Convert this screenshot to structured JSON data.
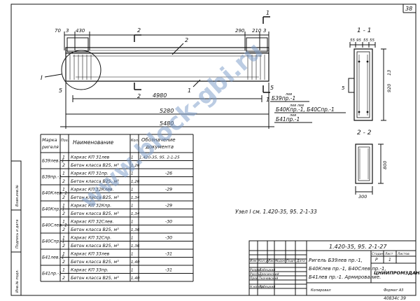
{
  "sheet_number": "38",
  "top_dims": {
    "d70": "70",
    "d3": "3",
    "d430": "430",
    "d290": "290",
    "d210": "210",
    "d3b": "3"
  },
  "markers": {
    "m1": "1",
    "m2": "2",
    "m5": "5",
    "mI": "I"
  },
  "beam_dims": {
    "d4980": "4980",
    "d5280": "5280",
    "d5480": "5480"
  },
  "beam_mark_1": "Б39пр.-1",
  "beam_mark_1_sup": "лев",
  "beam_mark_2": "Б40Кпр.-1, Б40Спр.-1",
  "beam_mark_2_sup": "лев         лев",
  "beam_mark_3": "Б41пр.-1",
  "beam_mark_3_sup": "лев",
  "section_11": "1 - 1",
  "section_22": "2 - 2",
  "s11_dims": [
    "55",
    "95",
    "55",
    "55"
  ],
  "s11_h1": "920",
  "s11_h2": "13",
  "s22_height": "800",
  "s22_width": "300",
  "node_note": "Узел I  см. 1.420-35, 95. 2-1-33",
  "spec": {
    "headers": [
      "Марка ригеля",
      "Поз.",
      "Наименование",
      "Кол.",
      "Обозначение документа"
    ],
    "rows": [
      [
        "Б39лев.-1",
        "1",
        "Каркас КП 31лев",
        "1",
        "1.420-35, 95. 2-1-25"
      ],
      [
        "",
        "2",
        "Бетон класса В25, м³",
        "1,26",
        ""
      ],
      [
        "Б39пр.-1",
        "1",
        "Каркас КП 31пр.",
        "1",
        "-26"
      ],
      [
        "",
        "2",
        "Бетон класса В25, м³",
        "1,26",
        ""
      ],
      [
        "Б40Клев.-1",
        "1",
        "Каркас КП 32Клев.",
        "1",
        "-29"
      ],
      [
        "",
        "2",
        "Бетон класса В25, м³",
        "1,34",
        ""
      ],
      [
        "Б40Кпр.-1",
        "1",
        "Каркас КП 32Кпр.",
        "1",
        "-29"
      ],
      [
        "",
        "2",
        "Бетон класса В25, м³",
        "1,34",
        ""
      ],
      [
        "Б40Слев.-1",
        "1",
        "Каркас КП 32Слев.",
        "1",
        "-30"
      ],
      [
        "",
        "2",
        "Бетон класса В25, м³",
        "1,36",
        ""
      ],
      [
        "Б40Спр.-1",
        "1",
        "Каркас КП 32Спр.",
        "1",
        "-30"
      ],
      [
        "",
        "2",
        "Бетон класса В25, м³",
        "1,36",
        ""
      ],
      [
        "Б41лев.-1",
        "1",
        "Каркас КП 33лев",
        "1",
        "-31"
      ],
      [
        "",
        "2",
        "Бетон класса В25, м³",
        "1,40",
        ""
      ],
      [
        "Б41пр.-1",
        "1",
        "Каркас КП 33пр.",
        "1",
        "-31"
      ],
      [
        "",
        "2",
        "Бетон класса В25, м³",
        "1,40",
        ""
      ]
    ]
  },
  "title_block": {
    "doc_code": "1.420-35, 95. 2-1-27",
    "revision_headers": [
      "Изм",
      "Кол.уч",
      "Лист",
      "№док",
      "Подп.",
      "Дата"
    ],
    "roles": [
      "Разраб.",
      "Рассч.",
      "Пров.",
      "",
      "Н.контр."
    ],
    "names": [
      "Лабецкий",
      "Дросинский",
      "Ткачевский",
      "",
      "Лабецкий"
    ],
    "title_lines": [
      "Ригель Б39лев пр.-1,",
      "Б40Клев пр.-1, Б40Слев пр.-1,",
      "Б41лев пр.-1. Армирование."
    ],
    "stage_headers": [
      "Стадия",
      "Лист",
      "Листов"
    ],
    "stage_values": [
      "Р",
      "1",
      ""
    ],
    "org": "ЦНИИПРОМЗДАНИЙ",
    "format": "Формат А3",
    "copied": "Копировал",
    "archive": "40834с 39"
  },
  "side_labels": [
    "Инв.№ подл.",
    "Подпись и дата",
    "Взам.инв.№"
  ],
  "watermark": "www.block-gbi.ru"
}
